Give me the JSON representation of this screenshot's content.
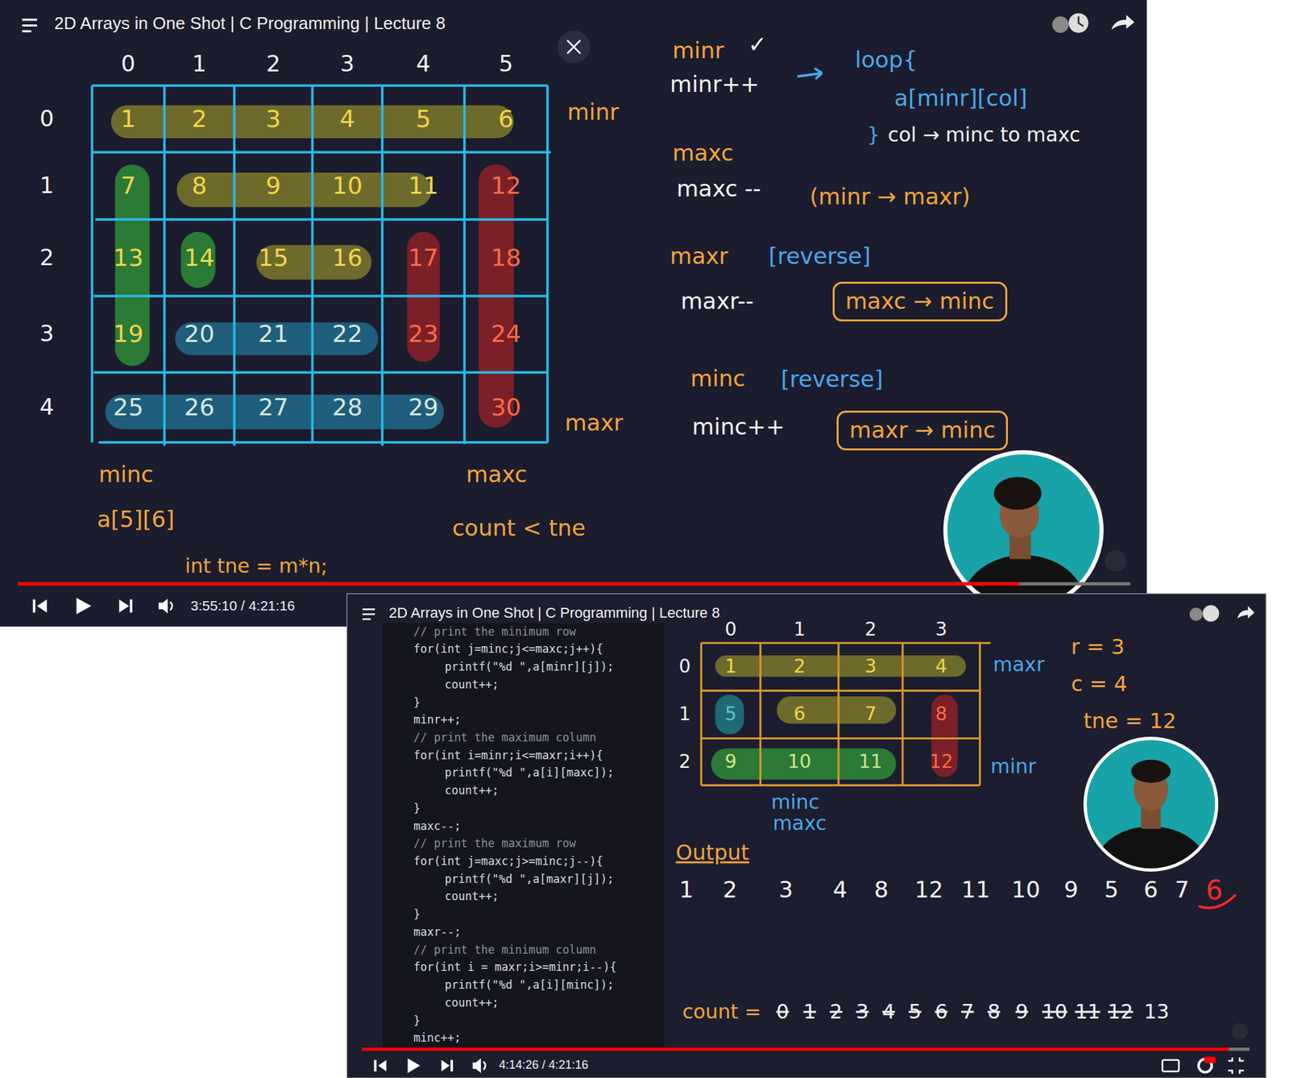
{
  "diagram": {
    "title": "2D Arrays in One Shot | C Programming | Lecture 8",
    "nodes": [
      {
        "text": [
          "maxc → minc"
        ]
      },
      {
        "text": [
          "maxr → minc"
        ]
      }
    ],
    "labels": [
      "3:55:10 / 4:21:16",
      "0",
      "1",
      "2",
      "3",
      "4",
      "5",
      "0",
      "1",
      "2",
      "3",
      "4",
      "1",
      "2",
      "3",
      "4",
      "5",
      "6",
      "7",
      "8",
      "9",
      "10",
      "11",
      "12",
      "13",
      "14",
      "15",
      "16",
      "17",
      "18",
      "19",
      "20",
      "21",
      "22",
      "23",
      "24",
      "25",
      "26",
      "27",
      "28",
      "29",
      "30",
      "minr",
      "maxr",
      "minc",
      "maxc",
      "a[5][6]",
      "count < tne",
      "int tne = m*n;",
      "minr",
      "✓",
      "minr++",
      "loop{",
      "a[minr][col]",
      "}",
      "col → minc to maxc",
      "maxc",
      "maxc --",
      "(minr → maxr)",
      "maxr",
      "[reverse]",
      "maxr--",
      "minc",
      "[reverse]",
      "minc++",
      "2D Arrays in One Shot | C Programming | Lecture 8",
      "4:14:26 / 4:21:16",
      "// print the minimum row",
      "for(int j=minc;j<=maxc;j++){",
      "printf(\"%d \",a[minr][j]);",
      "count++;",
      "}",
      "minr++;",
      "// print the maximum column",
      "for(int i=minr;i<=maxr;i++){",
      "printf(\"%d \",a[i][maxc]);",
      "count++;",
      "}",
      "maxc--;",
      "// print the maximum row",
      "for(int j=maxc;j>=minc;j--){",
      "printf(\"%d \",a[maxr][j]);",
      "count++;",
      "}",
      "maxr--;",
      "// print the minimum column",
      "for(int i = maxr;i>=minr;i--){",
      "printf(\"%d \",a[i][minc]);",
      "count++;",
      "}",
      "minc++;",
      "0",
      "1",
      "2",
      "3",
      "0",
      "1",
      "2",
      "1",
      "2",
      "3",
      "4",
      "5",
      "6",
      "7",
      "8",
      "9",
      "10",
      "11",
      "12",
      "maxr",
      "minr",
      "minc",
      "maxc",
      "r = 3",
      "c = 4",
      "tne = 12",
      "Output",
      "1",
      "2",
      "3",
      "4",
      "8",
      "12",
      "11",
      "10",
      "9",
      "5",
      "6",
      "7",
      "6",
      "count =",
      "0",
      "1",
      "2",
      "3",
      "4",
      "5",
      "6",
      "7",
      "8",
      "9",
      "10",
      "11",
      "12",
      "13"
    ]
  }
}
